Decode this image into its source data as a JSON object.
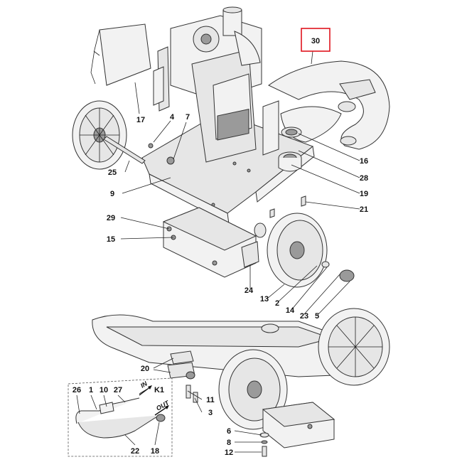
{
  "callouts": {
    "c30": "30",
    "c17": "17",
    "c4": "4",
    "c7": "7",
    "c25": "25",
    "c9": "9",
    "c16": "16",
    "c28": "28",
    "c19": "19",
    "c21": "21",
    "c29": "29",
    "c15": "15",
    "c24": "24",
    "c13": "13",
    "c2": "2",
    "c14": "14",
    "c23": "23",
    "c5": "5",
    "c20": "20",
    "c11": "11",
    "c3": "3",
    "c6": "6",
    "c8": "8",
    "c12": "12",
    "c26": "26",
    "c1": "1",
    "c10": "10",
    "c27": "27",
    "cK1": "K1",
    "c22": "22",
    "c18": "18"
  },
  "flow": {
    "in": "IN",
    "out": "OUT"
  },
  "highlight_color": "#e0141e"
}
